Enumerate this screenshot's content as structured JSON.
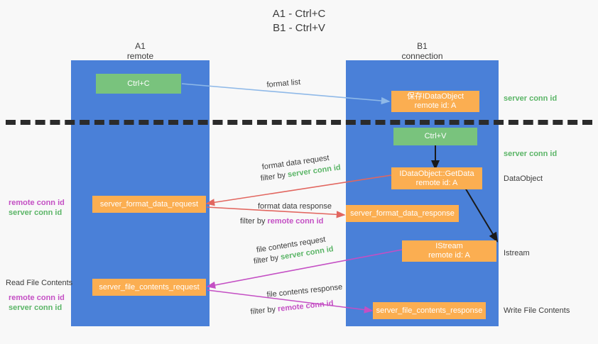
{
  "title": {
    "line1": "A1 - Ctrl+C",
    "line2": "B1 - Ctrl+V"
  },
  "lanes": [
    {
      "name": "A1",
      "sub": "remote"
    },
    {
      "name": "B1",
      "sub": "connection"
    }
  ],
  "nodes": {
    "ctrl_c": {
      "line1": "Ctrl+C",
      "line2": ""
    },
    "save_idataobject": {
      "line1": "保存IDataObject",
      "line2": "remote id: A"
    },
    "ctrl_v": {
      "line1": "Ctrl+V",
      "line2": ""
    },
    "getdata": {
      "line1": "IDataObject::GetData",
      "line2": "remote id: A"
    },
    "server_format_data_request": {
      "line1": "server_format_data_request",
      "line2": ""
    },
    "server_format_data_response": {
      "line1": "server_format_data_response",
      "line2": ""
    },
    "istream": {
      "line1": "IStream",
      "line2": "remote id: A"
    },
    "server_file_contents_request": {
      "line1": "server_file_contents_request",
      "line2": ""
    },
    "server_file_contents_response": {
      "line1": "server_file_contents_response",
      "line2": ""
    }
  },
  "edge_labels": {
    "format_list": "format list",
    "format_data_request": "format data request",
    "format_data_request_filter_prefix": "filter by ",
    "format_data_request_filter_key": "server conn id",
    "format_data_response": "format data response",
    "format_data_response_filter_prefix": "filter by ",
    "format_data_response_filter_key": "remote conn id",
    "file_contents_request": "file contents request",
    "file_contents_request_filter_prefix": "filter by ",
    "file_contents_request_filter_key": "server conn id",
    "file_contents_response": "file contents response",
    "file_contents_response_filter_prefix": "filter by ",
    "file_contents_response_filter_key": "remote conn id"
  },
  "right_labels": {
    "server_conn_id_top": "server conn id",
    "server_conn_id_mid": "server conn id",
    "dataobject": "DataObject",
    "istream": "Istream",
    "write_file_contents": "Write File Contents"
  },
  "left_labels": {
    "remote_conn_id_1": "remote conn id",
    "server_conn_id_1": "server conn id",
    "read_file_contents": "Read File Contents",
    "remote_conn_id_2": "remote conn id",
    "server_conn_id_2": "server conn id"
  },
  "colors": {
    "lane": "#4a80d8",
    "green_node": "#79c37d",
    "orange_node": "#fbae51",
    "green_text": "#5bb567",
    "purple_text": "#c44fc4",
    "blue_arrow": "#8fb9e8",
    "red_arrow": "#e2665f",
    "magenta_arrow": "#c44fc4",
    "black_arrow": "#1a1a1a",
    "background": "#f8f8f8"
  }
}
